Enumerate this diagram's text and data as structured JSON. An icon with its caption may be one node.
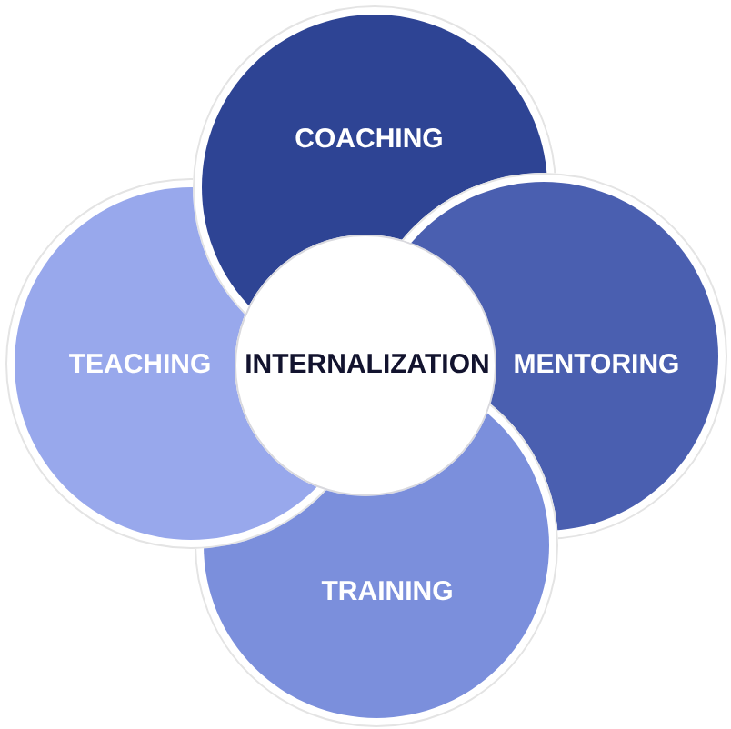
{
  "diagram": {
    "nodes": [
      {
        "text": [
          "COACHING"
        ]
      },
      {
        "text": [
          "TEACHING"
        ]
      },
      {
        "text": [
          "INTERNALIZATION"
        ]
      },
      {
        "text": [
          "MENTORING"
        ]
      },
      {
        "text": [
          "TRAINING"
        ]
      }
    ]
  }
}
